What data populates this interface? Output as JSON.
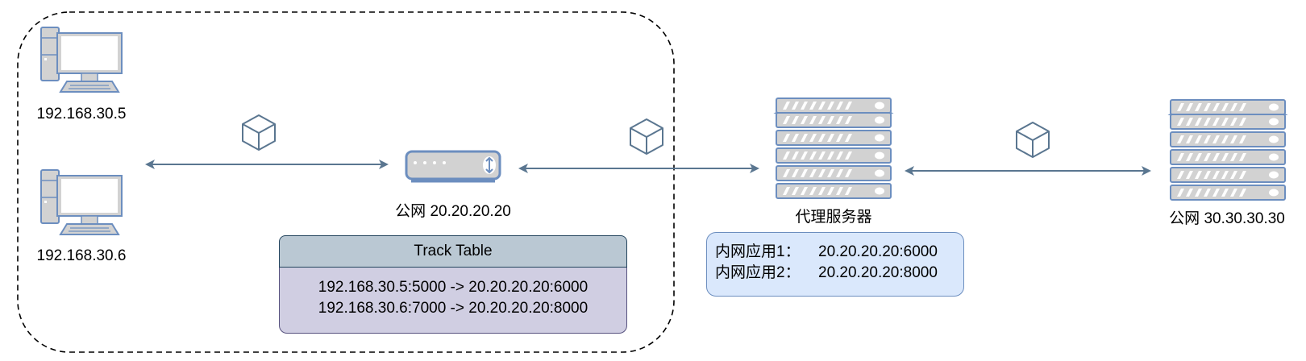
{
  "colors": {
    "arrow": "#5a7690",
    "device_stroke": "#6c8ebf",
    "device_fill": "#d2d2d2",
    "track_header_fill": "#bac8d3",
    "track_body_fill": "#d0cee2",
    "proxy_box_fill": "#dae8fc"
  },
  "lan_group": {
    "border_style": "dashed"
  },
  "nodes": {
    "pc1": {
      "label": "192.168.30.5",
      "icon": "desktop-computer-icon"
    },
    "pc2": {
      "label": "192.168.30.6",
      "icon": "desktop-computer-icon"
    },
    "router": {
      "label": "公网 20.20.20.20",
      "icon": "router-icon"
    },
    "proxy": {
      "label": "代理服务器",
      "icon": "server-rack-icon"
    },
    "public_server": {
      "label": "公网 30.30.30.30",
      "icon": "server-rack-icon"
    }
  },
  "track_table": {
    "title": "Track Table",
    "rows": [
      "192.168.30.5:5000 -> 20.20.20.20:6000",
      "192.168.30.6:7000 -> 20.20.20.20:8000"
    ]
  },
  "proxy_table": {
    "rows": [
      {
        "key": "内网应用1：",
        "value": "20.20.20.20:6000"
      },
      {
        "key": "内网应用2：",
        "value": "20.20.20.20:8000"
      }
    ]
  },
  "links": [
    {
      "from": "pcs",
      "to": "router",
      "direction": "bidirectional",
      "packet_icon": "packet-cube-icon"
    },
    {
      "from": "router",
      "to": "proxy",
      "direction": "bidirectional",
      "packet_icon": "packet-cube-icon"
    },
    {
      "from": "proxy",
      "to": "public_server",
      "direction": "bidirectional",
      "packet_icon": "packet-cube-icon"
    }
  ]
}
